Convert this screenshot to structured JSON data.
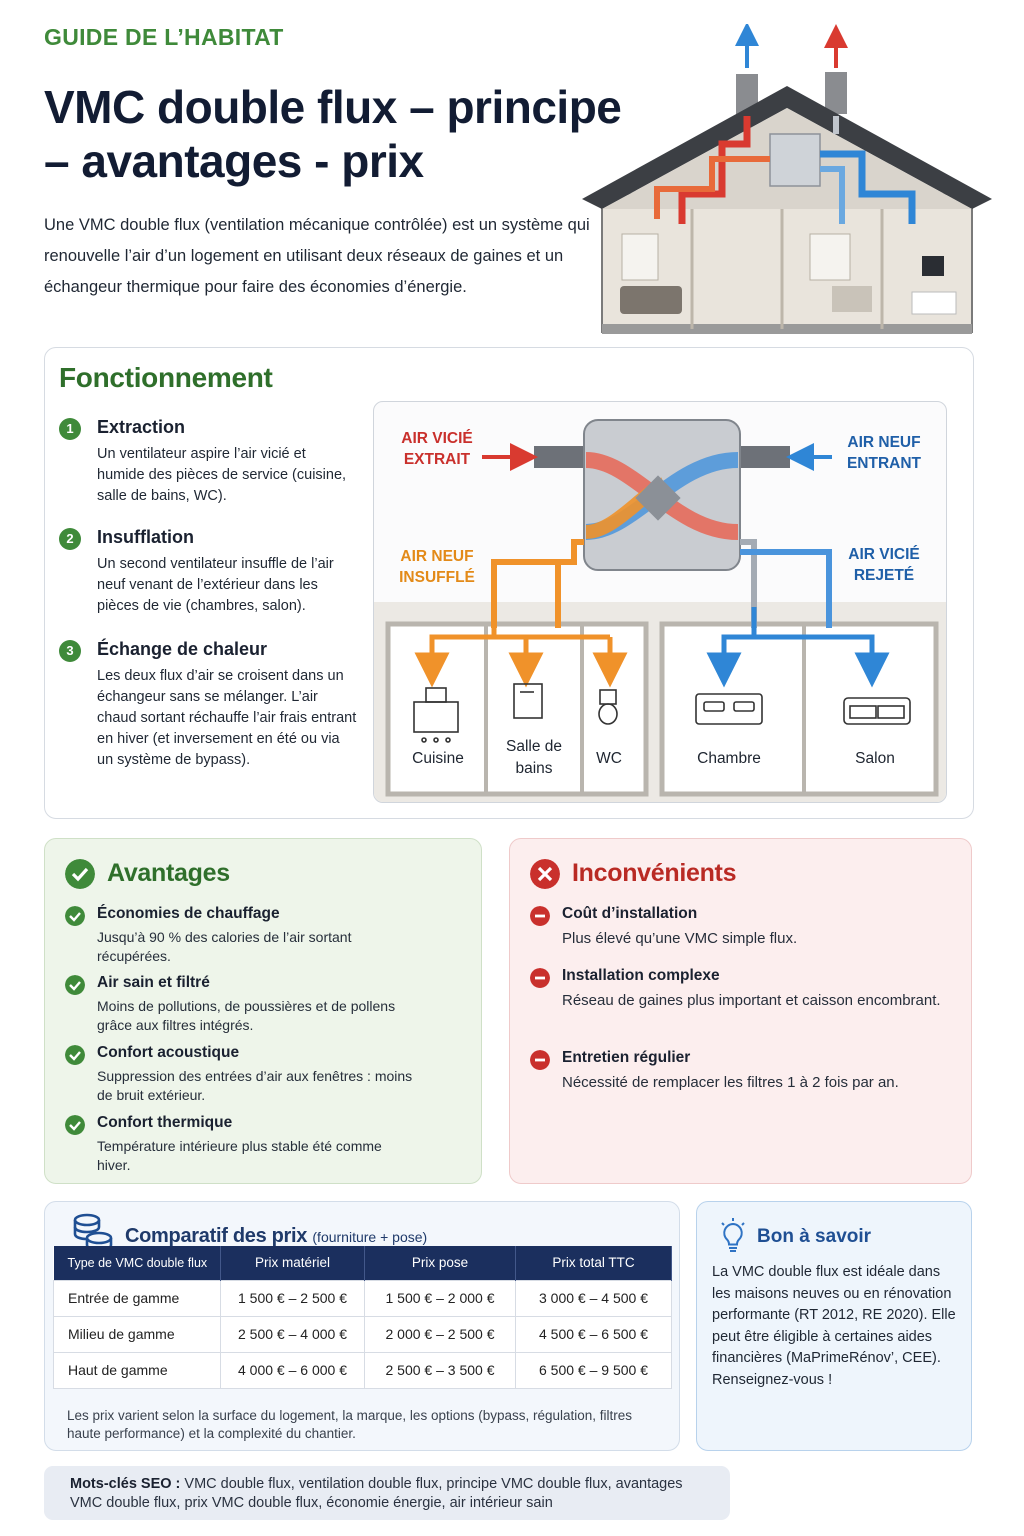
{
  "header": {
    "kicker": "GUIDE DE L’HABITAT",
    "title": "VMC double flux – principe – avantages - prix",
    "intro": "Une VMC double flux (ventilation mécanique contrôlée) est un système qui renouvelle l’air d’un logement en utilisant deux réseaux de gaines et un échangeur thermique pour faire des économies d’énergie."
  },
  "fonctionnement": {
    "title": "Fonctionnement",
    "steps": [
      {
        "num": "1",
        "title": "Extraction",
        "text": "Un ventilateur aspire l’air vicié et humide des pièces de service (cuisine, salle de bains, WC)."
      },
      {
        "num": "2",
        "title": "Insufflation",
        "text": "Un second ventilateur insuffle de l’air neuf venant de l’extérieur dans les pièces de vie (chambres, salon)."
      },
      {
        "num": "3",
        "title": "Échange de chaleur",
        "text": "Les deux flux d’air se croisent dans un échangeur sans se mélanger. L’air chaud sortant réchauffe l’air frais entrant en hiver (et inversement en été ou via un système de bypass)."
      }
    ],
    "diagram": {
      "air_vicie_extrait": "AIR VICIÉ EXTRAIT",
      "air_neuf_entrant": "AIR NEUF ENTRANT",
      "air_neuf_insuffle": "AIR NEUF INSUFFLÉ",
      "air_vicie_rejete": "AIR VICIÉ REJETÉ",
      "rooms": [
        "Cuisine",
        "Salle de bains",
        "WC",
        "Chambre",
        "Salon"
      ]
    }
  },
  "avantages": {
    "title": "Avantages",
    "items": [
      {
        "title": "Économies de chauffage",
        "text": "Jusqu’à 90 % des calories de l’air sortant récupérées."
      },
      {
        "title": "Air sain et filtré",
        "text": "Moins de pollutions, de poussières et de pollens grâce aux filtres intégrés."
      },
      {
        "title": "Confort acoustique",
        "text": "Suppression des entrées d’air aux fenêtres : moins de bruit extérieur."
      },
      {
        "title": "Confort thermique",
        "text": "Température intérieure plus stable été comme hiver."
      }
    ]
  },
  "inconvenients": {
    "title": "Inconvénients",
    "items": [
      {
        "title": "Coût d’installation",
        "text": "Plus élevé qu’une VMC simple flux."
      },
      {
        "title": "Installation complexe",
        "text": "Réseau de gaines plus important et caisson encombrant."
      },
      {
        "title": "Entretien régulier",
        "text": "Nécessité de remplacer les filtres 1 à 2 fois par an."
      }
    ]
  },
  "prix": {
    "title": "Comparatif des prix",
    "subtitle": "(fourniture + pose)",
    "headers": [
      "Type de VMC double flux",
      "Prix matériel",
      "Prix pose",
      "Prix total TTC"
    ],
    "rows": [
      [
        "Entrée de gamme",
        "1 500 € – 2 500 €",
        "1 500 € – 2 000 €",
        "3 000 € – 4 500 €"
      ],
      [
        "Milieu de gamme",
        "2 500 € – 4 000 €",
        "2 000 € – 2 500 €",
        "4 500 € – 6 500 €"
      ],
      [
        "Haut de gamme",
        "4 000 € – 6 000 €",
        "2 500 € – 3 500 €",
        "6 500 € – 9 500 €"
      ]
    ],
    "note": "Les prix varient selon la surface du logement, la marque, les options (bypass, régulation, filtres haute performance) et la complexité du chantier."
  },
  "bon_a_savoir": {
    "title": "Bon à savoir",
    "text": "La VMC double flux est idéale dans les maisons neuves ou en rénovation performante (RT 2012, RE 2020). Elle peut être éligible à certaines aides financières (MaPrimeRénov’, CEE). Renseignez-vous !"
  },
  "seo": {
    "label": "Mots-clés SEO :",
    "text": "VMC double flux, ventilation double flux, principe VMC double flux, avantages VMC double flux, prix VMC double flux, économie énergie, air intérieur sain"
  },
  "colors": {
    "green": "#3f8a3a",
    "red": "#c9302c",
    "blue": "#1f5fa8",
    "orange": "#e38a18",
    "navy": "#1b2f5e"
  }
}
